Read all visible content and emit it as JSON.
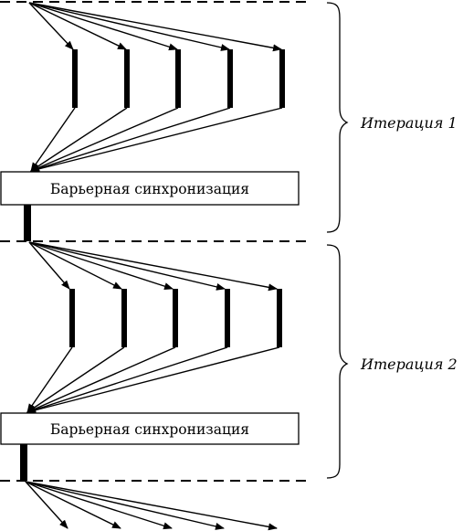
{
  "diagram": {
    "iterations": [
      {
        "label": "Итерация 1",
        "box_label": "Барьерная синхронизация"
      },
      {
        "label": "Итерация 2",
        "box_label": "Барьерная синхронизация"
      }
    ],
    "workers_per_iteration": 5,
    "line_color": "#000000",
    "background": "#ffffff"
  }
}
